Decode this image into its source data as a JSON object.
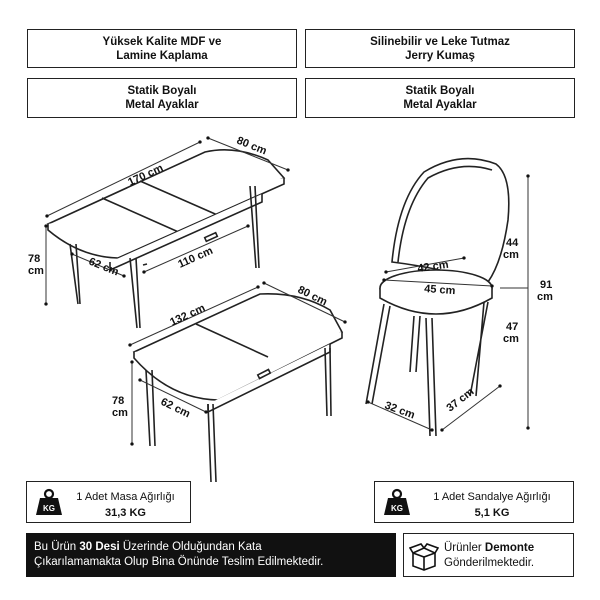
{
  "features": {
    "mdf": [
      "Yüksek Kalite MDF ve",
      "Lamine Kaplama"
    ],
    "fabric": [
      "Silinebilir ve Leke Tutmaz",
      "Jerry Kumaş"
    ],
    "legs_left": [
      "Statik Boyalı",
      "Metal Ayaklar"
    ],
    "legs_right": [
      "Statik Boyalı",
      "Metal Ayaklar"
    ]
  },
  "dimensions": {
    "table_width_top": "80 cm",
    "table_length_extended": "170 cm",
    "table_leg_span": "110 cm",
    "table_depth_top": "62 cm",
    "table_height_top": [
      "78",
      "cm"
    ],
    "table_width_bottom": "80 cm",
    "table_length_closed": "132 cm",
    "table_depth_bottom": "62 cm",
    "table_height_bottom": [
      "78",
      "cm"
    ],
    "chair_seat_depth": "42 cm",
    "chair_seat_width": "45 cm",
    "chair_back_height": [
      "44",
      "cm"
    ],
    "chair_total_height": [
      "91",
      "cm"
    ],
    "chair_seat_height": [
      "47",
      "cm"
    ],
    "chair_base_depth": "32 cm",
    "chair_base_width": "37 cm"
  },
  "weights": {
    "icon_label": "KG",
    "table_label": "1 Adet Masa Ağırlığı",
    "table_value": "31,3 KG",
    "chair_label": "1 Adet Sandalye Ağırlığı",
    "chair_value": "5,1 KG"
  },
  "notice": {
    "line1_a": "Bu Ürün ",
    "line1_b": "30 Desi",
    "line1_c": " Üzerinde Olduğundan Kata",
    "line2": "Çıkarılamamakta Olup Bina Önünde Teslim Edilmektedir."
  },
  "delivery": {
    "a": "Ürünler ",
    "b": "Demonte",
    "line2": "Gönderilmektedir."
  }
}
